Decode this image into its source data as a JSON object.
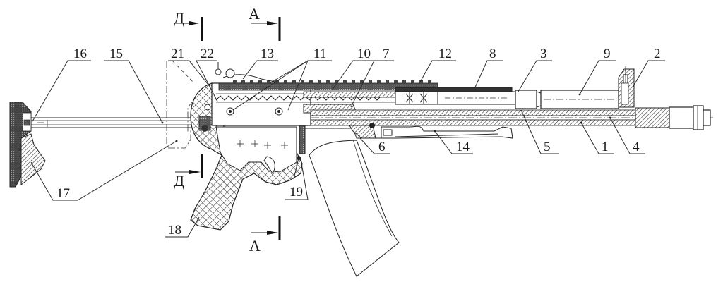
{
  "figure": {
    "type": "technical-section-drawing",
    "section_markers": [
      {
        "id": "D-top",
        "letter": "Д"
      },
      {
        "id": "A-top",
        "letter": "А"
      },
      {
        "id": "D-bottom",
        "letter": "Д"
      },
      {
        "id": "A-bottom",
        "letter": "А"
      }
    ],
    "callouts": [
      {
        "num": "1"
      },
      {
        "num": "2"
      },
      {
        "num": "3"
      },
      {
        "num": "4"
      },
      {
        "num": "5"
      },
      {
        "num": "6"
      },
      {
        "num": "7"
      },
      {
        "num": "8"
      },
      {
        "num": "9"
      },
      {
        "num": "10"
      },
      {
        "num": "11"
      },
      {
        "num": "12"
      },
      {
        "num": "13"
      },
      {
        "num": "14"
      },
      {
        "num": "15"
      },
      {
        "num": "16"
      },
      {
        "num": "17"
      },
      {
        "num": "18"
      },
      {
        "num": "19"
      },
      {
        "num": "21"
      },
      {
        "num": "22"
      }
    ],
    "colors": {
      "ink": "#222222",
      "paper": "#ffffff"
    }
  }
}
